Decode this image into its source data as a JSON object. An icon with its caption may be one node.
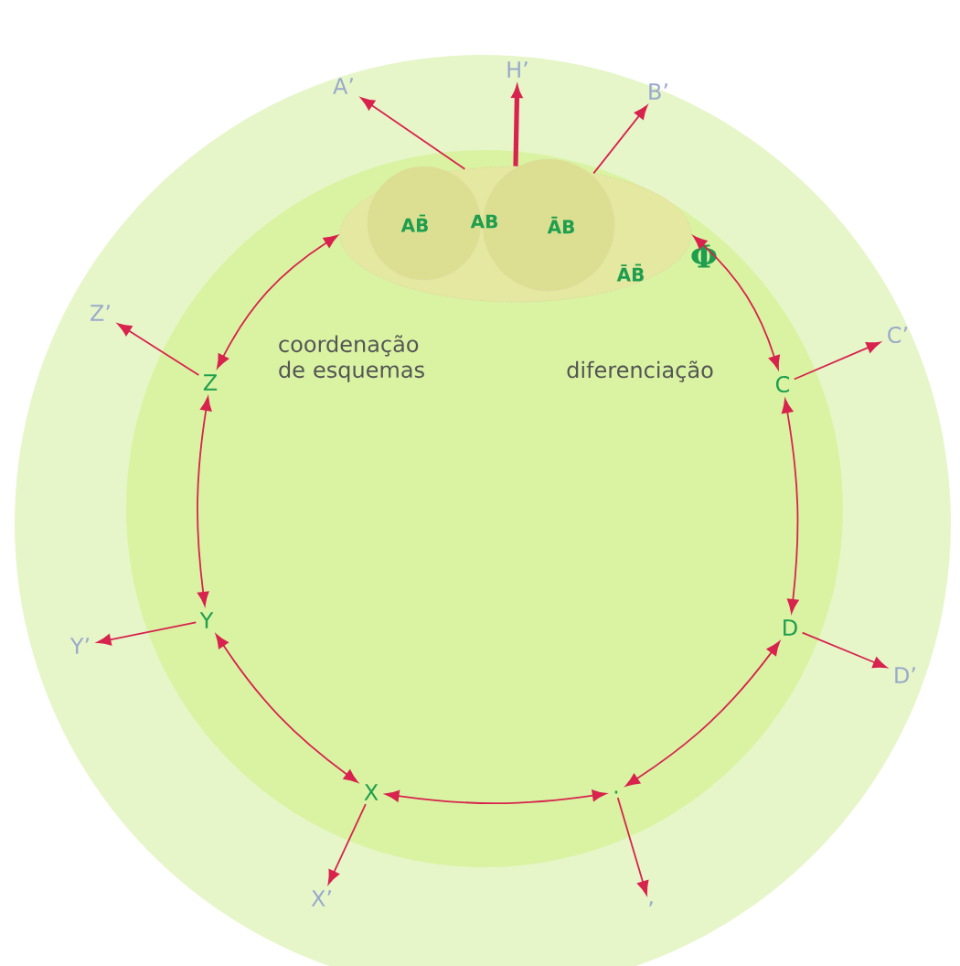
{
  "diagram": {
    "nodes": [
      {
        "text": [
          "ĀB̄"
        ],
        "beside": [
          "Φ"
        ]
      },
      {
        "text": [
          "AB̄"
        ],
        "in": 0
      },
      {
        "text": [
          "ĀB"
        ],
        "in": 0
      },
      {
        "text": [
          "A’"
        ]
      },
      {
        "text": [
          "H’"
        ]
      },
      {
        "text": [
          "B’"
        ]
      },
      {
        "text": [
          "Z’"
        ]
      },
      {
        "text": [
          "Z"
        ]
      },
      {
        "text": [
          "C"
        ]
      },
      {
        "text": [
          "C’"
        ]
      },
      {
        "text": [
          "Y’"
        ]
      },
      {
        "text": [
          "Y"
        ]
      },
      {
        "text": [
          "D"
        ]
      },
      {
        "text": [
          "D’"
        ]
      },
      {
        "text": [
          "X"
        ]
      },
      {
        "text": [
          "."
        ]
      },
      {
        "text": [
          "X’"
        ]
      },
      {
        "text": [
          "’"
        ]
      }
    ],
    "edges": [
      {
        "from": 0,
        "to": 3,
        "arrow": "to"
      },
      {
        "from": 0,
        "to": 4,
        "arrow": "to",
        "style": "thick"
      },
      {
        "from": 0,
        "to": 5,
        "arrow": "to"
      },
      {
        "from": 0,
        "to": 7,
        "arrow": "both"
      },
      {
        "from": 0,
        "to": 8,
        "arrow": "both"
      },
      {
        "from": 7,
        "to": 6,
        "arrow": "to"
      },
      {
        "from": 8,
        "to": 9,
        "arrow": "to"
      },
      {
        "from": 7,
        "to": 11,
        "arrow": "both"
      },
      {
        "from": 8,
        "to": 12,
        "arrow": "both"
      },
      {
        "from": 11,
        "to": 10,
        "arrow": "to"
      },
      {
        "from": 12,
        "to": 13,
        "arrow": "to"
      },
      {
        "from": 11,
        "to": 14,
        "arrow": "both"
      },
      {
        "from": 12,
        "to": 15,
        "arrow": "both"
      },
      {
        "from": 14,
        "to": 15,
        "arrow": "both"
      },
      {
        "from": 14,
        "to": 16,
        "arrow": "to"
      },
      {
        "from": 15,
        "to": 17,
        "arrow": "to"
      }
    ],
    "labels": [
      "AB",
      "coordenação de esquemas",
      "diferenciação"
    ]
  }
}
